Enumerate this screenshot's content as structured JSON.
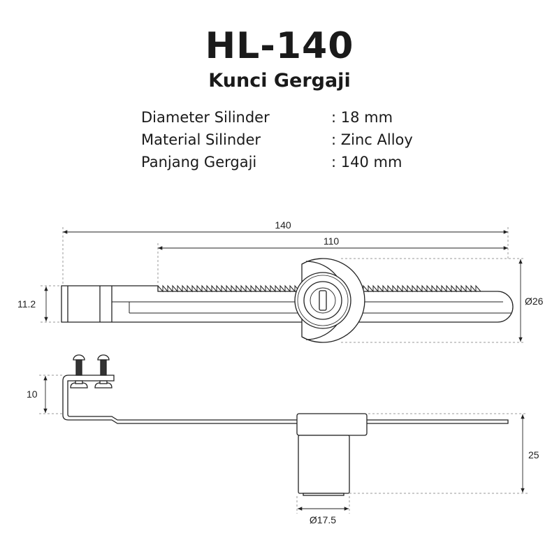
{
  "header": {
    "title": "HL-140",
    "subtitle": "Kunci Gergaji"
  },
  "specs": [
    {
      "label": "Diameter Silinder",
      "value": ": 18 mm"
    },
    {
      "label": "Material Silinder",
      "value": ": Zinc Alloy"
    },
    {
      "label": "Panjang Gergaji",
      "value": ": 140 mm"
    }
  ],
  "dimensions": {
    "total_length": "140",
    "saw_length": "110",
    "bar_height": "11.2",
    "flange_diameter": "Ø26",
    "bracket_height": "10",
    "cylinder_height": "25",
    "cylinder_diameter": "Ø17.5"
  }
}
